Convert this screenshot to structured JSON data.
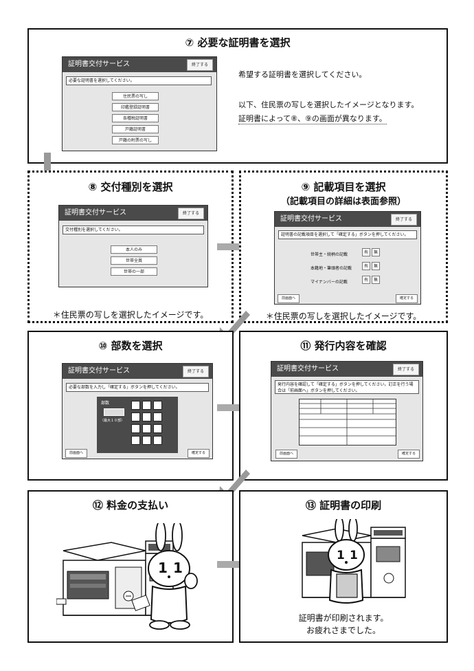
{
  "app_title": "証明書交付サービス",
  "end_label": "終了する",
  "back_label": "前画面へ",
  "confirm_label": "確定する",
  "step7": {
    "title": "⑦ 必要な証明書を選択",
    "instruction": "必要な証明書を選択してください。",
    "options": [
      "住民票の写し",
      "印鑑登録証明書",
      "各種税証明書",
      "戸籍証明書",
      "戸籍の附票の写し"
    ],
    "desc1": "希望する証明書を選択してください。",
    "desc2": "以下、住民票の写しを選択したイメージとなります。",
    "desc3": "証明書によって⑧、⑨の画面が異なります。"
  },
  "step8": {
    "title": "⑧ 交付種別を選択",
    "instruction": "交付種別を選択してください。",
    "options": [
      "本人のみ",
      "世帯全員",
      "世帯の一部"
    ],
    "note": "＊住民票の写しを選択したイメージです。"
  },
  "step9": {
    "title": "⑨ 記載項目を選択",
    "subtitle": "（記載項目の詳細は表面参照）",
    "instruction": "証明書の記載項目を選択して「確定する」ボタンを押してください。",
    "rows": [
      "世帯主・続柄の記載",
      "本籍地・筆頭者の記載",
      "マイナンバーの記載"
    ],
    "yes": "有",
    "no": "無",
    "note": "＊住民票の写しを選択したイメージです。"
  },
  "step10": {
    "title": "⑩ 部数を選択",
    "instruction": "必要な部数を入力し「確定する」ボタンを押してください。",
    "count_label": "部数",
    "max_label": "（最大１０部）"
  },
  "step11": {
    "title": "⑪ 発行内容を確認",
    "instruction": "発行内容を確認して「確定する」ボタンを押してください。訂正を行う場合は「前画面へ」ボタンを押してください。"
  },
  "step12": {
    "title": "⑫ 料金の支払い"
  },
  "step13": {
    "title": "⑬ 証明書の印刷",
    "msg1": "証明書が印刷されます。",
    "msg2": "お疲れさまでした。"
  }
}
